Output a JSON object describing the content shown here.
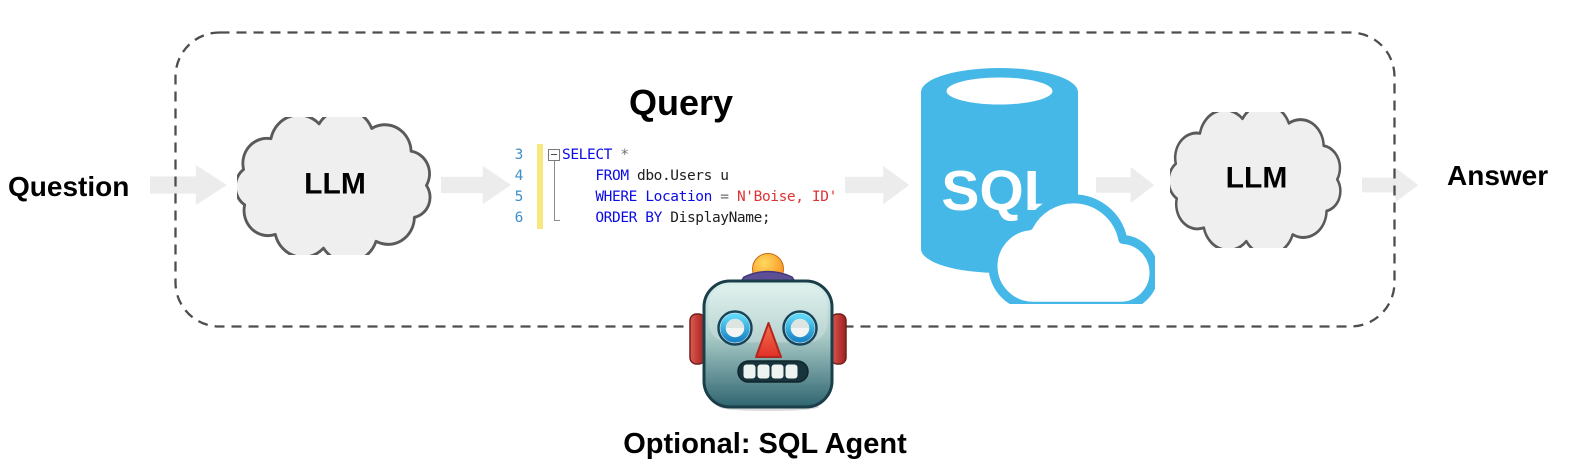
{
  "labels": {
    "question": "Question",
    "query_title": "Query",
    "answer": "Answer",
    "llm_left": "LLM",
    "llm_right": "LLM",
    "sql_database": "SQL",
    "optional_agent": "Optional: SQL Agent"
  },
  "code": {
    "line_numbers": [
      "3",
      "4",
      "5",
      "6"
    ],
    "lines": {
      "l3": {
        "keyword": "SELECT",
        "rest": " *"
      },
      "l4": {
        "indent": "    ",
        "keyword": "FROM",
        "rest": " dbo.Users u"
      },
      "l5": {
        "indent": "    ",
        "keyword": "WHERE",
        "identifier": " Location",
        "operator": " = ",
        "string": "N'Boise, ID'"
      },
      "l6": {
        "indent": "    ",
        "keyword": "ORDER BY",
        "rest": " DisplayName;"
      }
    }
  },
  "icons": {
    "flow_arrow": "right-block-arrow",
    "llm_cloud": "cloud",
    "sql_database": "azure-sql-cylinder-with-cloud",
    "sql_agent": "robot-face",
    "code_collapse": "collapse-minus-box"
  },
  "colors": {
    "sql_blue": "#45B8E8",
    "arrow_gray": "#ECECEC",
    "cloud_fill": "#EFEFEF",
    "cloud_stroke": "#5A5A5A",
    "boundary_dash": "#4D4D4D",
    "code_keyword": "#0B0BE6",
    "code_string": "#DD3333",
    "code_plain": "#1E1E1E",
    "code_operator": "#6E6E6E",
    "code_line_number": "#3E8FC9",
    "code_change_bar": "#F6E87E",
    "label_text": "#000000"
  }
}
